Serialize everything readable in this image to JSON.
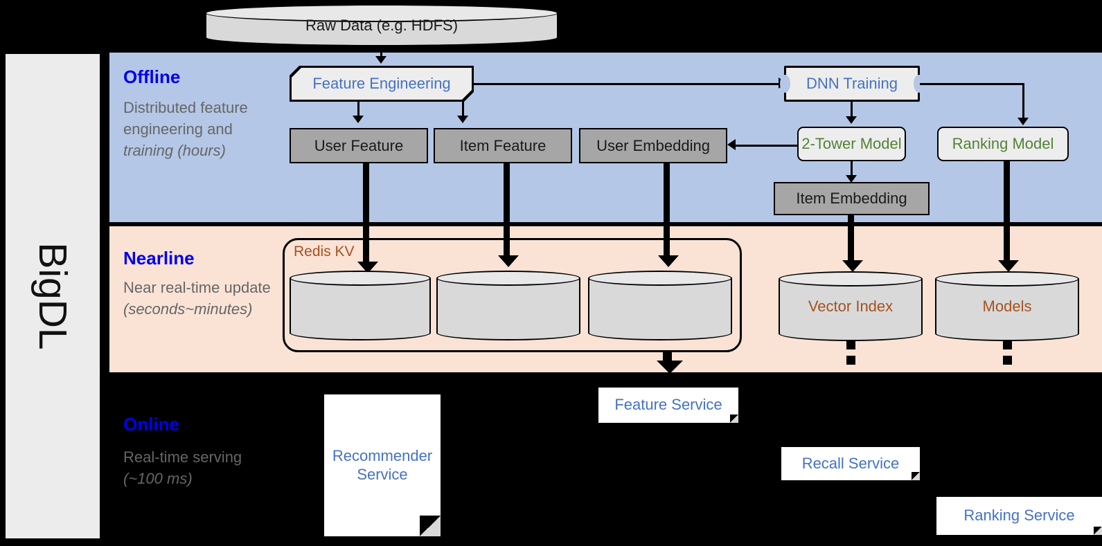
{
  "sidebar": {
    "label": "BigDL"
  },
  "stages": [
    {
      "key": "offline",
      "title": "Offline",
      "desc": "Distributed feature engineering and ",
      "desc_em": "training (hours)"
    },
    {
      "key": "nearline",
      "title": "Nearline",
      "desc": "Near real-time update ",
      "desc_em": "(seconds~minutes)"
    },
    {
      "key": "online",
      "title": "Online",
      "desc": "Real-time serving ",
      "desc_em": "(~100 ms)"
    }
  ],
  "nodes": {
    "raw_data": "Raw Data (e.g. HDFS)",
    "feature_engineering": "Feature Engineering",
    "dnn_training": "DNN Training",
    "user_feature": "User Feature",
    "item_feature": "Item Feature",
    "user_embedding": "User Embedding",
    "two_tower_model": "2-Tower Model",
    "ranking_model": "Ranking Model",
    "item_embedding": "Item Embedding",
    "redis_kv": "Redis KV",
    "vector_index": "Vector Index",
    "models": "Models"
  },
  "services": {
    "recommender": "Recommender Service",
    "feature": "Feature Service",
    "recall": "Recall Service",
    "ranking": "Ranking Service"
  },
  "colors": {
    "offline_band": "#b4c7e7",
    "nearline_band": "#fae3d5",
    "online_band": "#000000",
    "stage_title": "#0000ee",
    "stage_desc": "#666666",
    "accent_blue": "#4472c4",
    "accent_green": "#548235",
    "accent_brown": "#a5521f",
    "grey_box": "#a6a6a6",
    "proc_box": "#ededed",
    "sidebar": "#ececec"
  }
}
